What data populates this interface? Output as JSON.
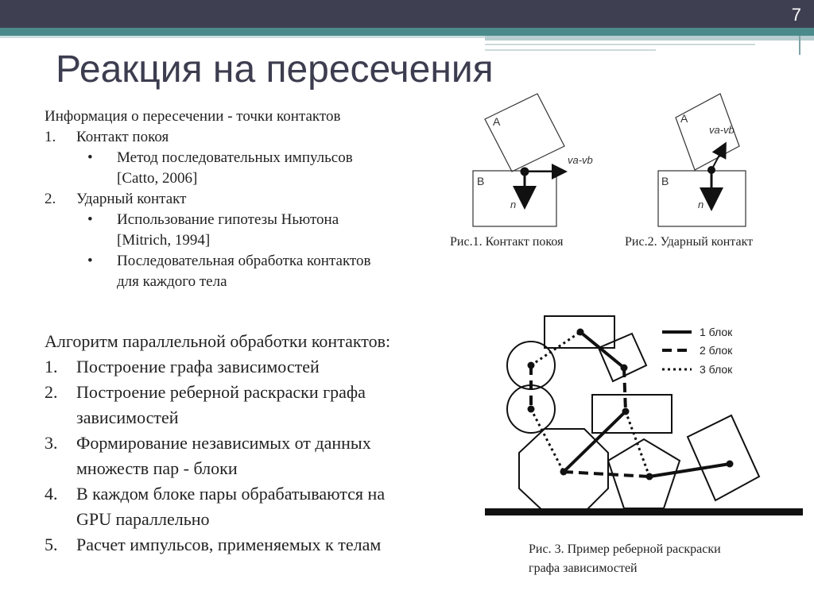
{
  "slide": {
    "number": "7",
    "title": "Реакция на пересечения"
  },
  "section1": {
    "intro": "Информация о пересечении - точки контактов",
    "items": [
      {
        "num": "1.",
        "label": "Контакт покоя",
        "bullets": [
          {
            "line1": "Метод последовательных импульсов",
            "line2": "[Catto, 2006]"
          }
        ]
      },
      {
        "num": "2.",
        "label": "Ударный контакт",
        "bullets": [
          {
            "line1": "Использование гипотезы Ньютона",
            "line2": "[Mitrich, 1994]"
          },
          {
            "line1": "Последовательная обработка контактов",
            "line2": "для каждого тела"
          }
        ]
      }
    ],
    "bullet_glyph": "•"
  },
  "section2": {
    "heading": "Алгоритм параллельной обработки контактов:",
    "items": [
      {
        "num": "1.",
        "line1": "Построение графа зависимостей",
        "line2": ""
      },
      {
        "num": "2.",
        "line1": "Построение реберной раскраски графа",
        "line2": "зависимостей"
      },
      {
        "num": "3.",
        "line1": "Формирование независимых от данных",
        "line2": "множеств пар - блоки"
      },
      {
        "num": "4.",
        "line1": "В каждом блоке пары обрабатываются на",
        "line2": "GPU параллельно"
      },
      {
        "num": "5.",
        "line1": "Расчет импульсов, применяемых к телам",
        "line2": ""
      }
    ]
  },
  "figures": {
    "fig1": {
      "caption": "Рис.1. Контакт покоя",
      "label_a": "A",
      "label_b": "B",
      "label_n": "n",
      "label_v": "va-vb"
    },
    "fig2": {
      "caption": "Рис.2. Ударный контакт",
      "label_a": "A",
      "label_b": "B",
      "label_n": "n",
      "label_v": "va-vb"
    },
    "fig3": {
      "caption_line1": "Рис. 3. Пример реберной раскраски",
      "caption_line2": "графа зависимостей",
      "legend": [
        "1 блок",
        "2 блок",
        "3 блок"
      ]
    }
  },
  "colors": {
    "header_dark": "#3f3f52",
    "header_teal": "#4a8a8a",
    "title": "#3d3d50"
  }
}
